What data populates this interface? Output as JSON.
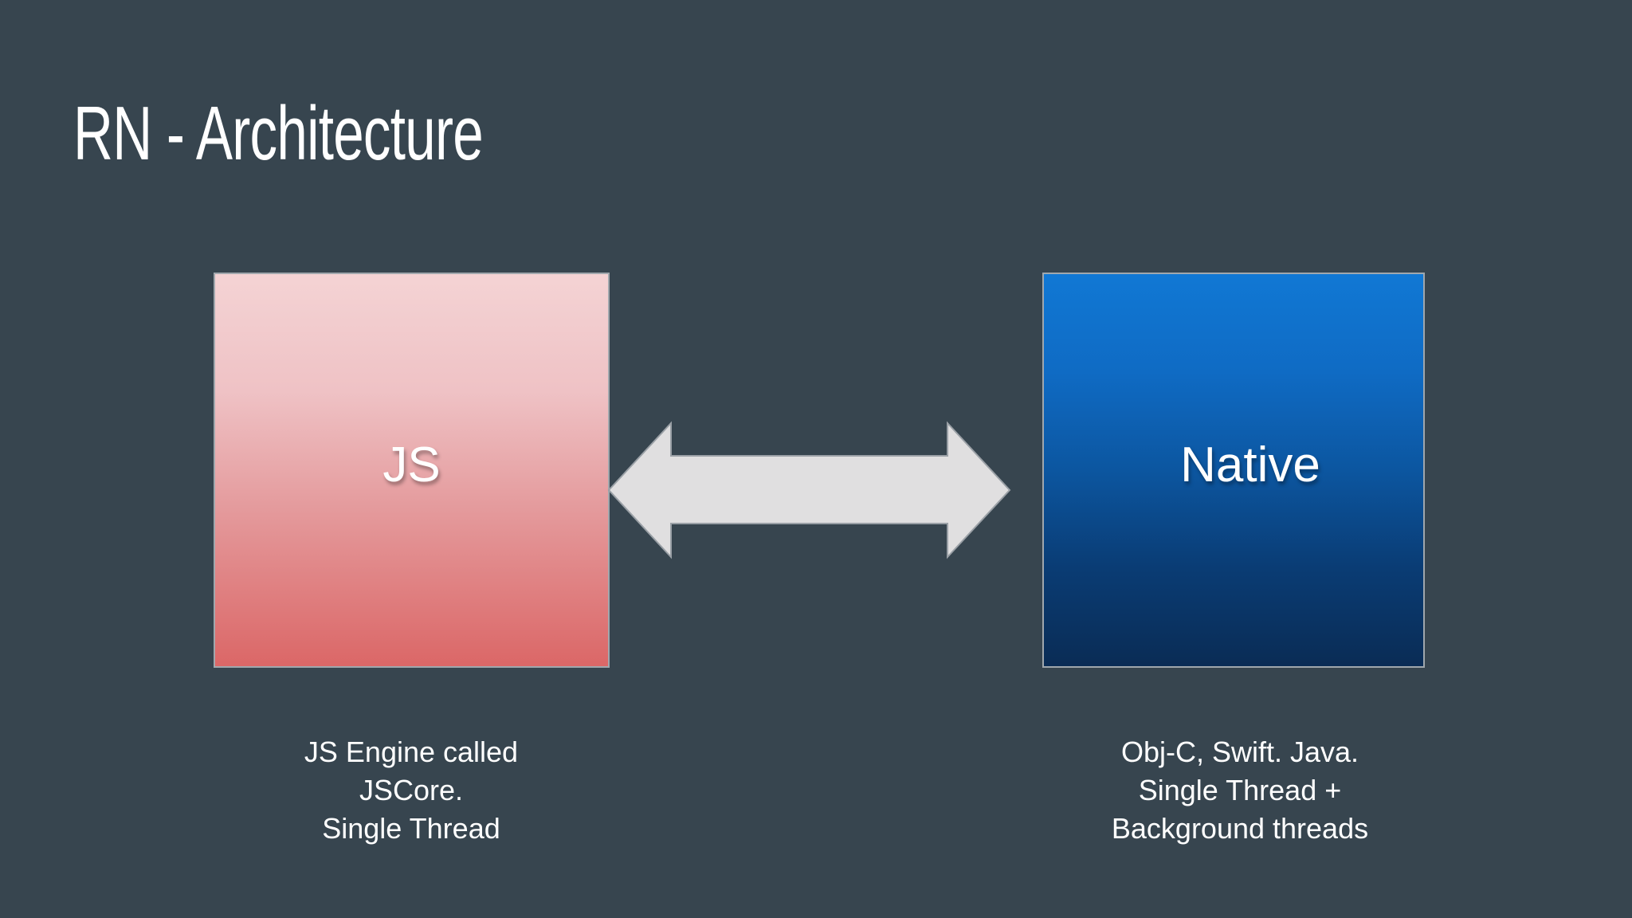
{
  "slide": {
    "title": "RN - Architecture",
    "background_color": "#37454f"
  },
  "diagram": {
    "left_box": {
      "label": "JS",
      "gradient": [
        "#f4d3d4",
        "#db6767"
      ],
      "caption_lines": [
        "JS Engine called",
        "JSCore.",
        "Single Thread"
      ]
    },
    "right_box": {
      "label": "Native",
      "gradient": [
        "#1178d4",
        "#0a2c55"
      ],
      "caption_lines": [
        "Obj-C, Swift. Java.",
        "Single Thread +",
        "Background threads"
      ]
    },
    "connector": {
      "type": "double-headed-arrow",
      "fill": "#e0dfe0",
      "stroke": "#9aa0a6"
    }
  }
}
